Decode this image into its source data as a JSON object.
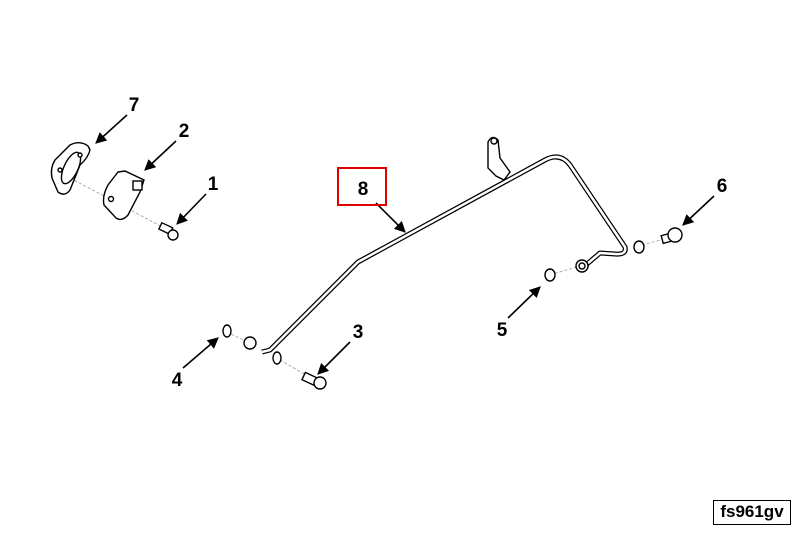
{
  "callouts": {
    "c1": "1",
    "c2": "2",
    "c3": "3",
    "c4": "4",
    "c5": "5",
    "c6": "6",
    "c7": "7",
    "c8": "8"
  },
  "highlight_color": "#e00000",
  "figure_id": "fs961gv"
}
